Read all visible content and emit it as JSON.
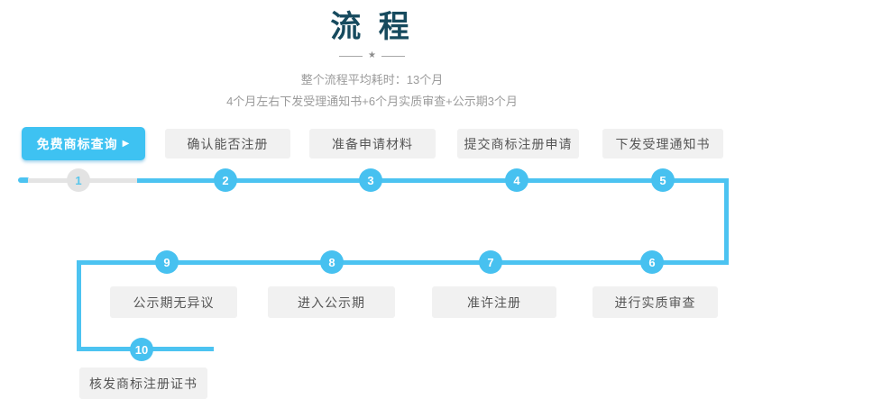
{
  "header": {
    "title": "流 程",
    "divider_star": "★",
    "subtitle_line1": "整个流程平均耗时：13个月",
    "subtitle_line2": "4个月左右下发受理通知书+6个月实质审查+公示期3个月"
  },
  "colors": {
    "accent_blue": "#47c1f0",
    "title_teal": "#164a5e",
    "track_gray": "#e4e4e4",
    "label_box_gray": "#f1f1f1",
    "subtitle_gray": "#9b9b9b"
  },
  "flow": {
    "cta": {
      "label": "免费商标查询",
      "arrow_icon": "▶"
    },
    "top_buttons": [
      "确认能否注册",
      "准备申请材料",
      "提交商标注册申请",
      "下发受理通知书"
    ],
    "steps_row1": [
      "1",
      "2",
      "3",
      "4",
      "5"
    ],
    "steps_row2": [
      "9",
      "8",
      "7",
      "6"
    ],
    "step_row3": "10",
    "row2_buttons": [
      "公示期无异议",
      "进入公示期",
      "准许注册",
      "进行实质审查"
    ],
    "row3_button": "核发商标注册证书"
  }
}
